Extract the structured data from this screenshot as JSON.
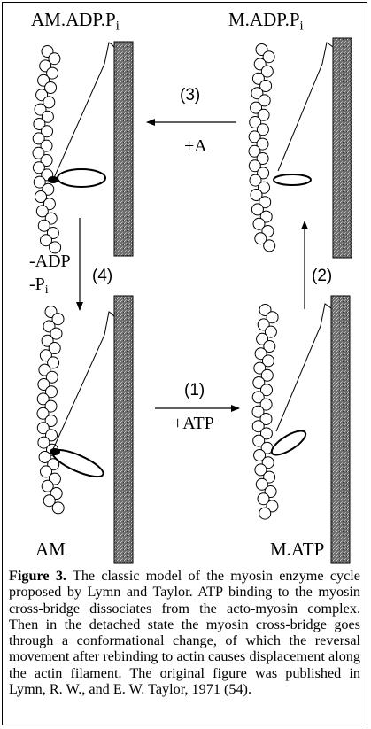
{
  "states": {
    "top_left": {
      "main": "AM.ADP.P",
      "sub": "i"
    },
    "top_right": {
      "main": "M.ADP.P",
      "sub": "i"
    },
    "bottom_left": {
      "main": "AM"
    },
    "bottom_right": {
      "main": "M.ATP"
    }
  },
  "steps": {
    "step1": {
      "number": "(1)",
      "label": "+ATP"
    },
    "step2": {
      "number": "(2)"
    },
    "step3": {
      "number": "(3)",
      "label": "+A"
    },
    "step4": {
      "number": "(4)",
      "label_line1": "-ADP",
      "label_line2_main": "-P",
      "label_line2_sub": "i"
    }
  },
  "caption": {
    "prefix": "Figure 3.",
    "text": " The classic model of the myosin enzyme cycle proposed by Lymn and Taylor. ATP binding to the myosin cross-bridge dissociates from the acto-myosin complex. Then in the detached state the myosin cross-bridge goes through a conformational change, of which the reversal movement after rebinding to actin causes displacement along the actin filament. The original figure was published in Lymn, R. W., and E. W. Taylor, 1971 (54)."
  }
}
